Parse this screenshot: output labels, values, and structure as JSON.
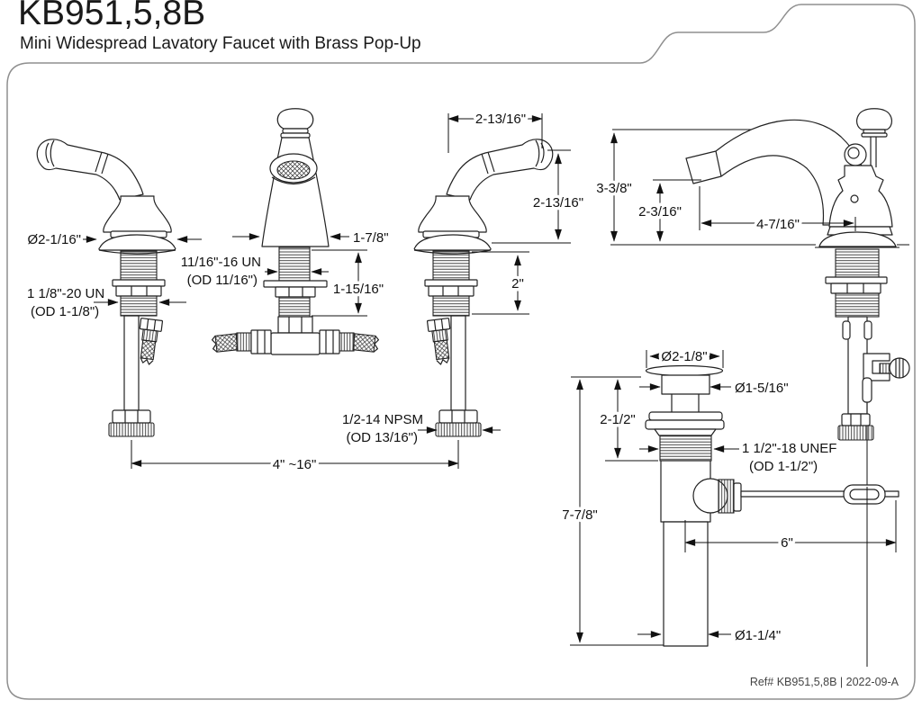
{
  "header": {
    "model": "KB951,5,8B",
    "subtitle": "Mini Widespread Lavatory Faucet with Brass Pop-Up"
  },
  "colors": {
    "ink": "#222222",
    "dimension": "#111111",
    "border": "#8f8f8f"
  },
  "dimensions": {
    "left_handle": {
      "flange_diameter": "Ø2-1/16\"",
      "shank_thread": "1 1/8\"-20 UN",
      "shank_thread_od": "(OD 1-1/8\")"
    },
    "spout": {
      "shank_thread": "11/16\"-16 UN",
      "shank_thread_od": "(OD 11/16\")",
      "base_width": "1-7/8\"",
      "shank_length": "1-15/16\""
    },
    "right_handle": {
      "handle_length": "2-13/16\"",
      "handle_height": "2-13/16\"",
      "shank_length": "2\""
    },
    "supply": {
      "connector_thread": "1/2-14 NPSM",
      "connector_od": "(OD 13/16\")",
      "spread_range": "4\" ~16\""
    },
    "faucet": {
      "overall_height": "3-3/8\"",
      "spout_height": "2-3/16\"",
      "spout_reach": "4-7/16\""
    },
    "drain": {
      "flange_diameter": "Ø2-1/8\"",
      "stopper_diameter": "Ø1-5/16\"",
      "upper_height": "2-1/2\"",
      "body_thread": "1 1/2\"-18 UNEF",
      "body_thread_od": "(OD 1-1/2\")",
      "overall_height": "7-7/8\"",
      "rod_length": "6\"",
      "tailpiece_diameter": "Ø1-1/4\""
    }
  },
  "footer": {
    "ref": "Ref# KB951,5,8B | 2022-09-A"
  }
}
